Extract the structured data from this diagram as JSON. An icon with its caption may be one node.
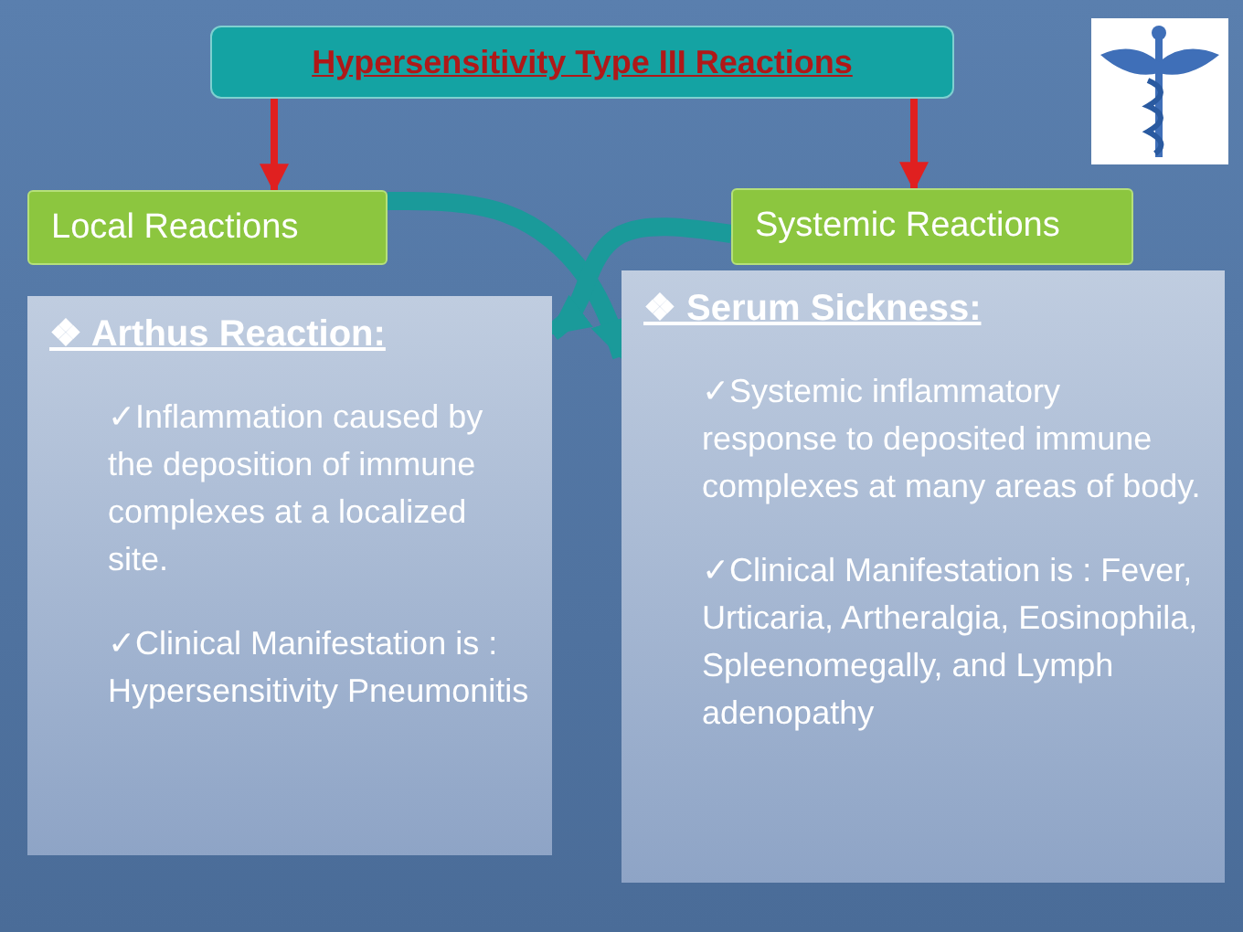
{
  "diagram": {
    "nodes": [
      {
        "text": [
          "Hypersensitivity Type III Reactions"
        ]
      },
      {
        "text": [
          "Local Reactions"
        ]
      },
      {
        "text": [
          "Systemic Reactions"
        ]
      },
      {
        "text": [
          "❖ Arthus Reaction:",
          "✓Inflammation caused by the deposition of immune complexes at a localized site.",
          "✓Clinical Manifestation is : Hypersensitivity Pneumonitis"
        ]
      },
      {
        "text": [
          "❖ Serum Sickness:",
          "✓Systemic inflammatory response to deposited immune complexes at many areas of body.",
          "✓Clinical Manifestation is : Fever, Urticaria, Artheralgia, Eosinophila, Spleenomegally, and Lymph adenopathy"
        ]
      }
    ],
    "edges": [
      {
        "from": 0,
        "to": 1,
        "arrow": "to"
      },
      {
        "from": 0,
        "to": 2,
        "arrow": "to"
      },
      {
        "from": 1,
        "to": 4,
        "arrow": "to",
        "style": "thick",
        "color": "#1a9a9a"
      },
      {
        "from": 2,
        "to": 3,
        "arrow": "to",
        "style": "thick",
        "color": "#1a9a9a"
      }
    ]
  }
}
